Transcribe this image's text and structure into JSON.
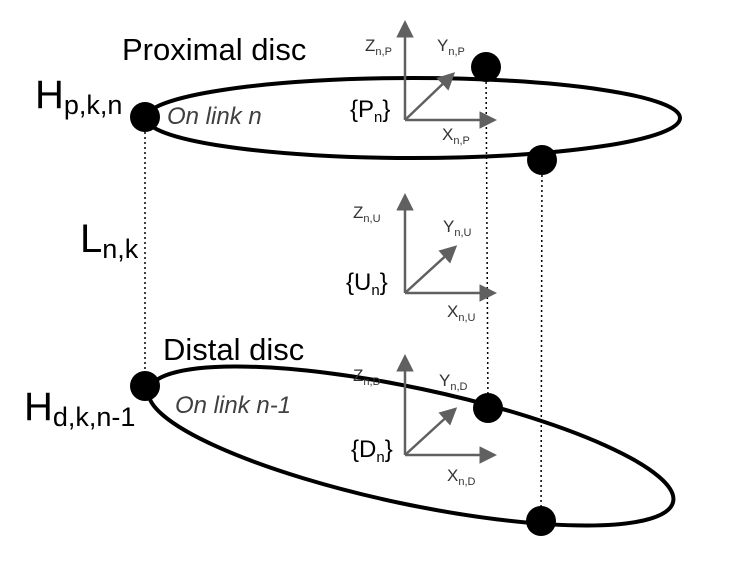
{
  "proximal": {
    "title": "Proximal disc",
    "subtitle": "On link n",
    "hole_label": {
      "base": "H",
      "sub": "p,k,n"
    },
    "frame": {
      "base": "P",
      "sub": "n"
    },
    "axes": {
      "z": {
        "base": "Z",
        "sub": "n,P"
      },
      "y": {
        "base": "Y",
        "sub": "n,P"
      },
      "x": {
        "base": "X",
        "sub": "n,P"
      }
    }
  },
  "middle": {
    "length_label": {
      "base": "L",
      "sub": "n,k"
    },
    "frame": {
      "base": "U",
      "sub": "n"
    },
    "axes": {
      "z": {
        "base": "Z",
        "sub": "n,U"
      },
      "y": {
        "base": "Y",
        "sub": "n,U"
      },
      "x": {
        "base": "X",
        "sub": "n,U"
      }
    }
  },
  "distal": {
    "title": "Distal disc",
    "subtitle": "On link n-1",
    "hole_label": {
      "base": "H",
      "sub": "d,k,n-1"
    },
    "frame": {
      "base": "D",
      "sub": "n"
    },
    "axes": {
      "z": {
        "base": "Z",
        "sub": "n,D"
      },
      "y": {
        "base": "Y",
        "sub": "n,D"
      },
      "x": {
        "base": "X",
        "sub": "n,D"
      }
    }
  },
  "colors": {
    "stroke": "#000000",
    "axis": "#606060",
    "subtitle": "#404040"
  }
}
